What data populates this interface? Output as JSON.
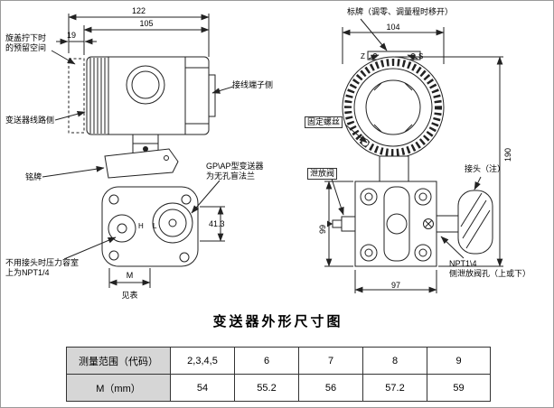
{
  "title": "变送器外形尺寸图",
  "front_view": {
    "dims": {
      "total_width": "122",
      "body_width": "105",
      "cover_gap": "19",
      "port_spacing": "41.3",
      "m": "M",
      "see_table": "见表"
    },
    "ports": {
      "high": "H",
      "low": "L"
    },
    "callouts": {
      "reserved_space": "旋盖拧下时\n的预留空间",
      "circuit_side": "变送器线路侧",
      "nameplate": "铭牌",
      "terminal_side": "接线端子侧",
      "gp_ap_flange": "GP\\AP型变送器\n为无孔盲法兰",
      "pressure_chamber": "不用接头时压力容室\n上为NPT1/4"
    }
  },
  "side_view": {
    "dims": {
      "width_top": "104",
      "height_total": "190",
      "flange_height": "99",
      "width_bottom": "97"
    },
    "marks": {
      "zero": "Z",
      "span": "S"
    },
    "callouts": {
      "tag_plate": "标牌（调零、调量程时移开）",
      "fixing_screw": "固定螺丝",
      "drain_valve": "泄放阀",
      "connector": "接头（注）",
      "npt_drain_hole": "NPT1\\4\n侧泄放阀孔（上或下）"
    }
  },
  "table": {
    "rows": [
      {
        "cells": [
          "测量范围（代码）",
          "2,3,4,5",
          "6",
          "7",
          "8",
          "9"
        ]
      },
      {
        "cells": [
          "M（mm）",
          "54",
          "55.2",
          "56",
          "57.2",
          "59"
        ]
      }
    ]
  }
}
